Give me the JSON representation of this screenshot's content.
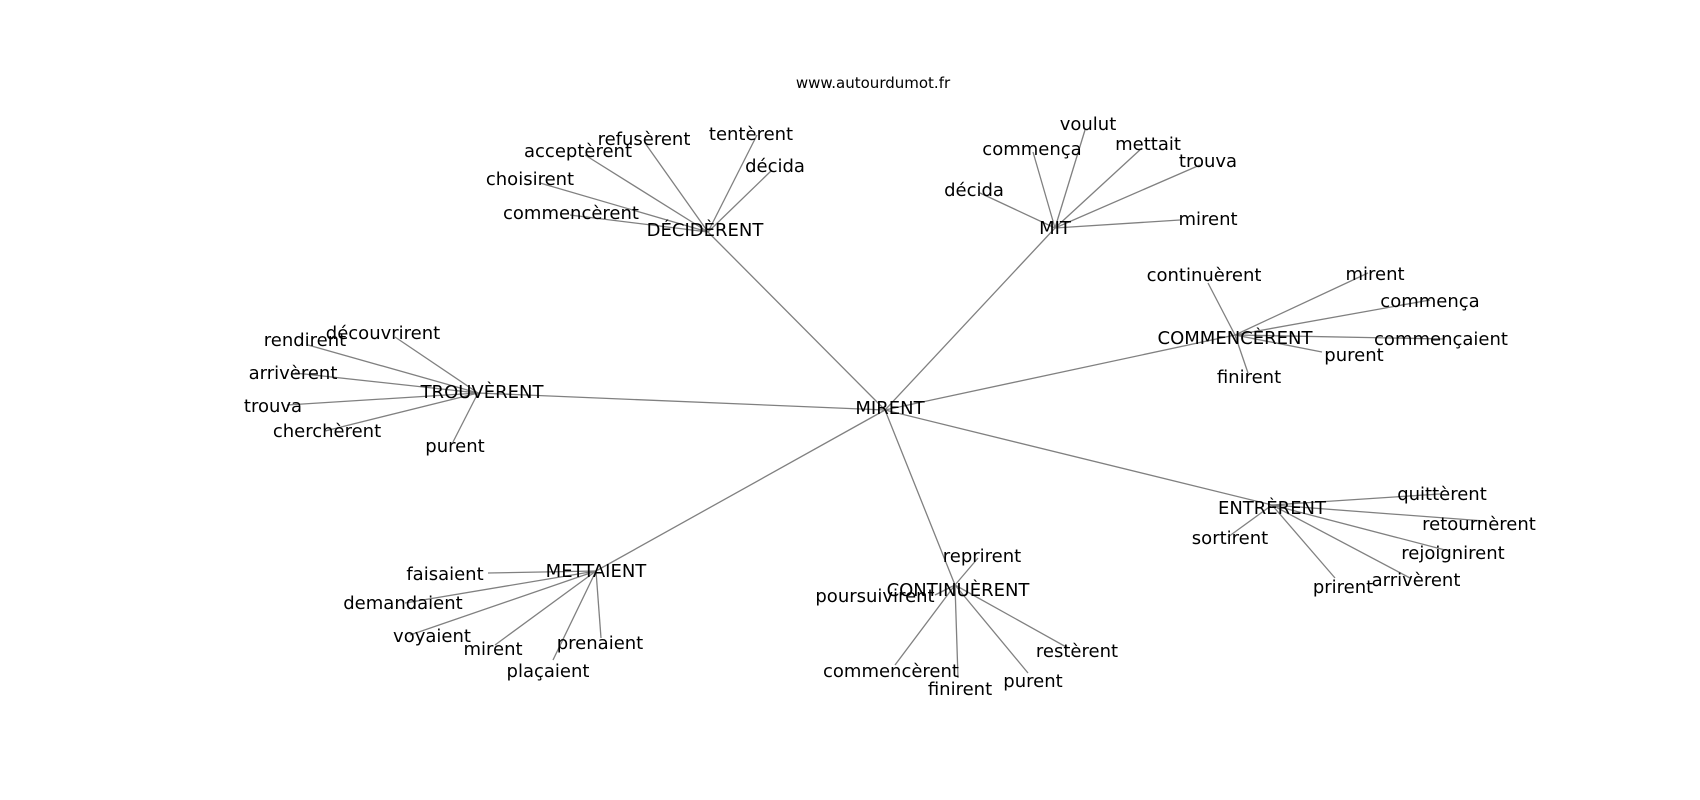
{
  "site": "www.autourdumot.fr",
  "root": "MIRENT",
  "groups": [
    {
      "hub": "DÉCIDÈRENT",
      "leaves": [
        "refusèrent",
        "tentèrent",
        "acceptèrent",
        "décida",
        "choisirent",
        "commencèrent"
      ]
    },
    {
      "hub": "MIT",
      "leaves": [
        "voulut",
        "commença",
        "mettait",
        "trouva",
        "décida",
        "mirent"
      ]
    },
    {
      "hub": "COMMENCÈRENT",
      "leaves": [
        "continuèrent",
        "mirent",
        "commença",
        "commençaient",
        "purent",
        "finirent"
      ]
    },
    {
      "hub": "TROUVÈRENT",
      "leaves": [
        "découvrirent",
        "rendirent",
        "arrivèrent",
        "trouva",
        "cherchèrent",
        "purent"
      ]
    },
    {
      "hub": "ENTRÈRENT",
      "leaves": [
        "quittèrent",
        "retournèrent",
        "sortirent",
        "rejoignirent",
        "arrivèrent",
        "prirent"
      ]
    },
    {
      "hub": "METTAIENT",
      "leaves": [
        "faisaient",
        "demandaient",
        "voyaient",
        "prenaient",
        "mirent",
        "plaçaient"
      ]
    },
    {
      "hub": "CONTINUÈRENT",
      "leaves": [
        "reprirent",
        "poursuivirent",
        "restèrent",
        "commencèrent",
        "purent",
        "finirent"
      ]
    }
  ]
}
